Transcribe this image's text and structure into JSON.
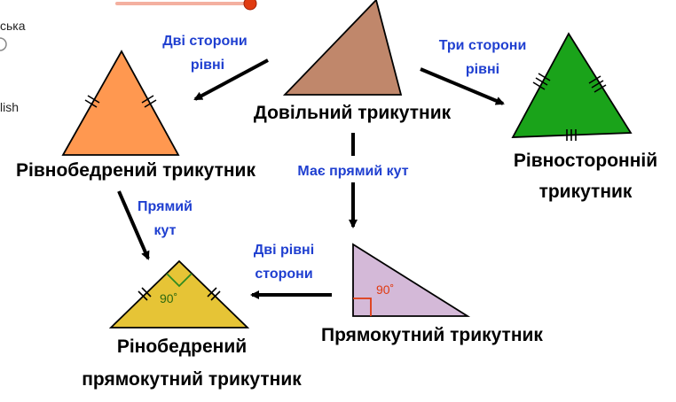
{
  "sidebar": {
    "lang_item_1": "ська",
    "lang_item_2": "lish"
  },
  "nodes": {
    "arbitrary": "Довільний трикутник",
    "isosceles": "Рівнобедрений трикутник",
    "equilateral_line1": "Рівносторонній",
    "equilateral_line2": "трикутник",
    "right": "Прямокутний трикутник",
    "isosceles_right_line1": "Рінобедрений",
    "isosceles_right_line2": "прямокутний трикутник"
  },
  "edges": {
    "two_sides_line1": "Дві сторони",
    "two_sides_line2": "рівні",
    "three_sides_line1": "Три сторони",
    "three_sides_line2": "рівні",
    "has_right_angle": "Має прямий кут",
    "right_angle_line1": "Прямий",
    "right_angle_line2": "кут",
    "two_equal_line1": "Дві рівні",
    "two_equal_line2": "сторони"
  },
  "angles": {
    "right_triangle": "90˚",
    "isosceles_right": "90˚"
  },
  "colors": {
    "arbitrary_fill": "#c0876b",
    "isosceles_fill": "#ff9850",
    "equilateral_fill": "#1aa31a",
    "right_fill": "#d4b9d8",
    "isosceles_right_fill": "#e6c436",
    "right_angle_mark": "#e03a10",
    "iso_right_angle_mark": "#2e8a20",
    "edge_label": "#1f3fd0",
    "slider_track": "#f4b0a0",
    "slider_thumb": "#e03a10"
  }
}
